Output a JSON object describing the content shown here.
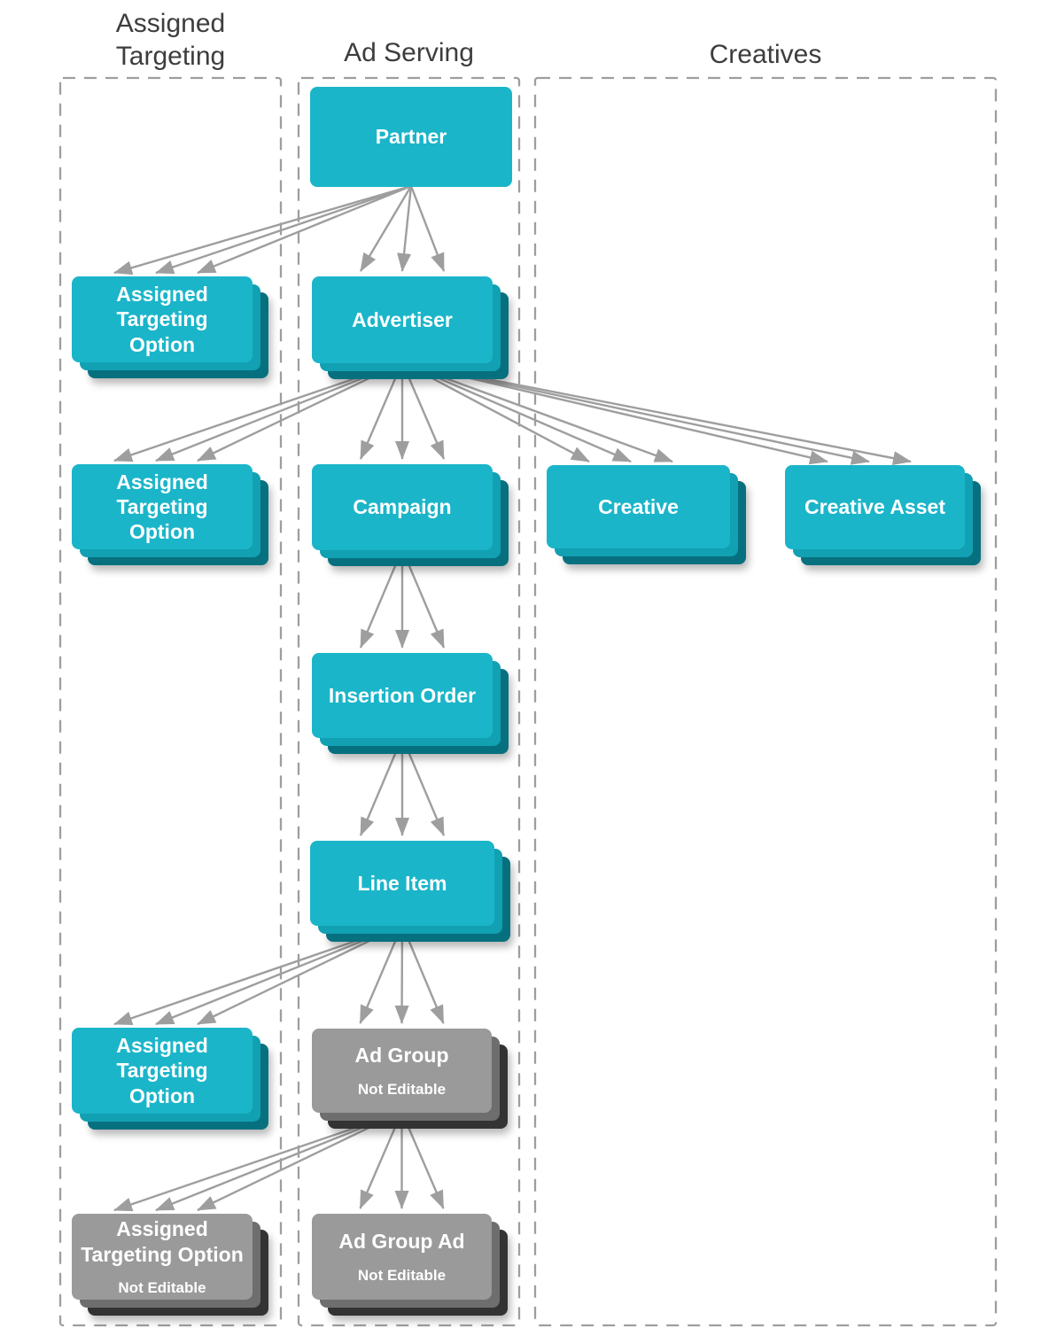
{
  "diagram": {
    "columns": [
      {
        "id": "assigned-targeting",
        "label": "Assigned\nTargeting"
      },
      {
        "id": "ad-serving",
        "label": "Ad Serving"
      },
      {
        "id": "creatives",
        "label": "Creatives"
      }
    ],
    "nodes": [
      {
        "id": "partner",
        "label": "Partner",
        "status": "editable",
        "stacked": false
      },
      {
        "id": "assigned-targeting-option-1",
        "label": "Assigned\nTargeting\nOption",
        "status": "editable",
        "stacked": true
      },
      {
        "id": "advertiser",
        "label": "Advertiser",
        "status": "editable",
        "stacked": true
      },
      {
        "id": "assigned-targeting-option-2",
        "label": "Assigned\nTargeting\nOption",
        "status": "editable",
        "stacked": true
      },
      {
        "id": "campaign",
        "label": "Campaign",
        "status": "editable",
        "stacked": true
      },
      {
        "id": "creative",
        "label": "Creative",
        "status": "editable",
        "stacked": true
      },
      {
        "id": "creative-asset",
        "label": "Creative Asset",
        "status": "editable",
        "stacked": true
      },
      {
        "id": "insertion-order",
        "label": "Insertion Order",
        "status": "editable",
        "stacked": true
      },
      {
        "id": "line-item",
        "label": "Line Item",
        "status": "editable",
        "stacked": true
      },
      {
        "id": "assigned-targeting-option-3",
        "label": "Assigned\nTargeting\nOption",
        "status": "editable",
        "stacked": true
      },
      {
        "id": "ad-group",
        "label": "Ad Group",
        "sublabel": "Not Editable",
        "status": "not-editable",
        "stacked": true
      },
      {
        "id": "assigned-targeting-option-4",
        "label": "Assigned\nTargeting Option",
        "sublabel": "Not Editable",
        "status": "not-editable",
        "stacked": true
      },
      {
        "id": "ad-group-ad",
        "label": "Ad Group Ad",
        "sublabel": "Not Editable",
        "status": "not-editable",
        "stacked": true
      }
    ],
    "edges": [
      {
        "from": "partner",
        "to": "assigned-targeting-option-1"
      },
      {
        "from": "partner",
        "to": "advertiser"
      },
      {
        "from": "advertiser",
        "to": "assigned-targeting-option-2"
      },
      {
        "from": "advertiser",
        "to": "campaign"
      },
      {
        "from": "advertiser",
        "to": "creative"
      },
      {
        "from": "advertiser",
        "to": "creative-asset"
      },
      {
        "from": "campaign",
        "to": "insertion-order"
      },
      {
        "from": "insertion-order",
        "to": "line-item"
      },
      {
        "from": "line-item",
        "to": "assigned-targeting-option-3"
      },
      {
        "from": "line-item",
        "to": "ad-group"
      },
      {
        "from": "ad-group",
        "to": "assigned-targeting-option-4"
      },
      {
        "from": "ad-group",
        "to": "ad-group-ad"
      }
    ],
    "colors": {
      "node_face": "#1BB5C9",
      "node_mid": "#12A0B3",
      "node_dark": "#07707E",
      "gray_face": "#9A9A9A",
      "gray_mid": "#6E6E6E",
      "gray_dark": "#333333",
      "arrow": "#9E9E9E",
      "column_border": "#9E9E9E",
      "header_text": "#3D3D3D",
      "node_text": "#FFFFFF"
    }
  }
}
